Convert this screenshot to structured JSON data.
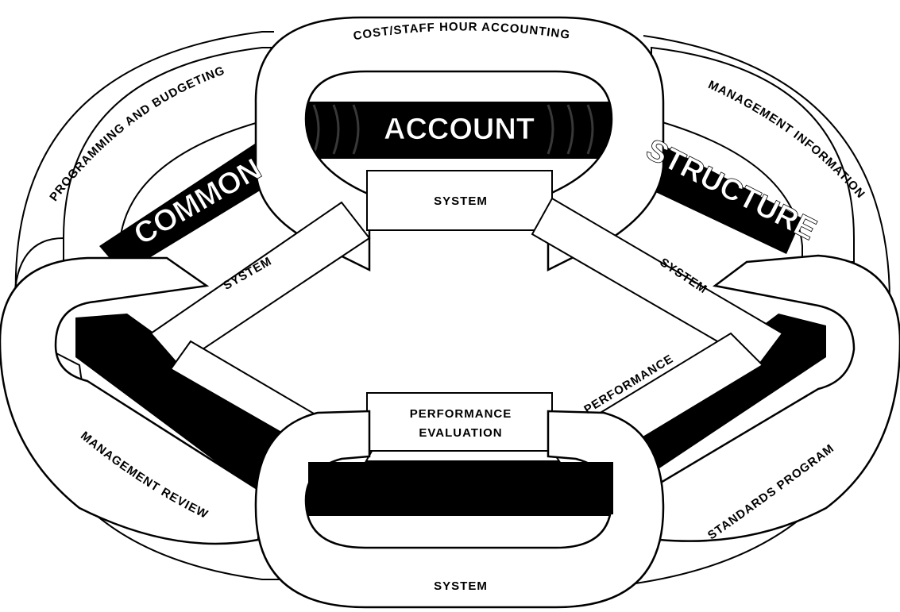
{
  "labels": {
    "cost_accounting": "COST/STAFF HOUR ACCOUNTING",
    "programming_budgeting": "PROGRAMMING AND BUDGETING",
    "management_information": "MANAGEMENT INFORMATION",
    "management_review": "MANAGEMENT REVIEW",
    "standards_program": "STANDARDS PROGRAM",
    "system_top": "SYSTEM",
    "system_left": "SYSTEM",
    "system_right": "SYSTEM",
    "system_bottom": "SYSTEM",
    "performance": "PERFORMANCE",
    "performance_evaluation_1": "PERFORMANCE",
    "performance_evaluation_2": "EVALUATION"
  },
  "rope_words": {
    "account": "ACCOUNT",
    "common": "COMMON",
    "structure": "STRUCTURE"
  },
  "colors": {
    "rope": "#000000",
    "link_fill": "#ffffff",
    "outline": "#000000"
  }
}
